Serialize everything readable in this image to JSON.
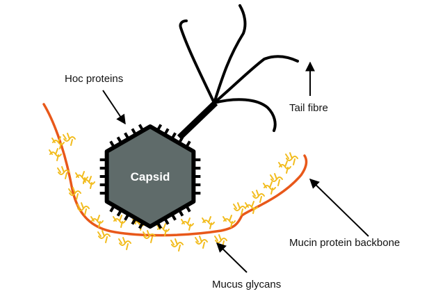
{
  "diagram": {
    "labels": {
      "hoc_proteins": "Hoc proteins",
      "capsid": "Capsid",
      "tail_fibre": "Tail fibre",
      "mucin_backbone": "Mucin protein backbone",
      "mucus_glycans": "Mucus glycans"
    },
    "colors": {
      "capsid_fill": "#5f6b6a",
      "capsid_outline": "#000000",
      "tail": "#000000",
      "mucin": "#e8581a",
      "glycan": "#f2bc1e",
      "arrow": "#000000"
    }
  }
}
